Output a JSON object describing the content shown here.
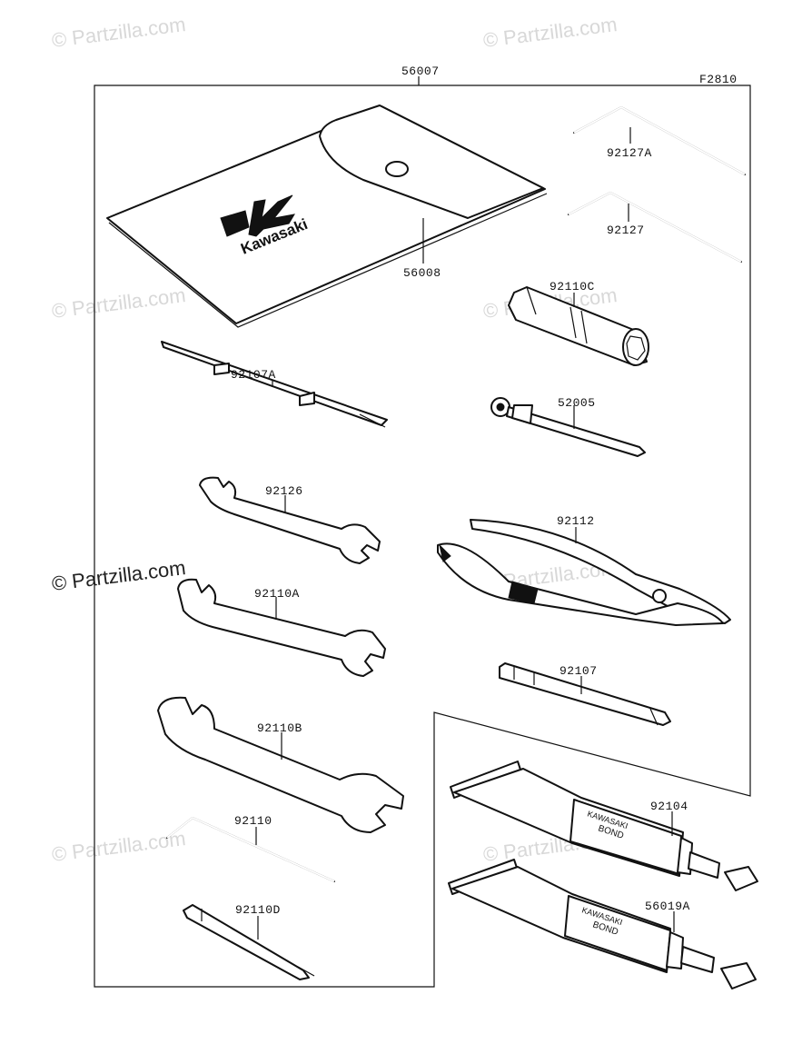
{
  "figure_code": "F2810",
  "watermarks": [
    "© Partzilla.com",
    "© Partzilla.com",
    "© Partzilla.com",
    "© Partzilla.com",
    "© Partzilla.com",
    "© Partzilla.com",
    "© Partzilla.com",
    "© Partzilla.com"
  ],
  "brand_text": "Kawasaki",
  "bond_label_line1": "KAWASAKI",
  "bond_label_line2": "BOND",
  "parts": {
    "p56007": "56007",
    "p56008": "56008",
    "p92127A": "92127A",
    "p92127": "92127",
    "p92110C": "92110C",
    "p92107A": "92107A",
    "p52005": "52005",
    "p92126": "92126",
    "p92112": "92112",
    "p92110A": "92110A",
    "p92107": "92107",
    "p92110B": "92110B",
    "p92104": "92104",
    "p92110": "92110",
    "p92110D": "92110D",
    "p56019A": "56019A"
  }
}
